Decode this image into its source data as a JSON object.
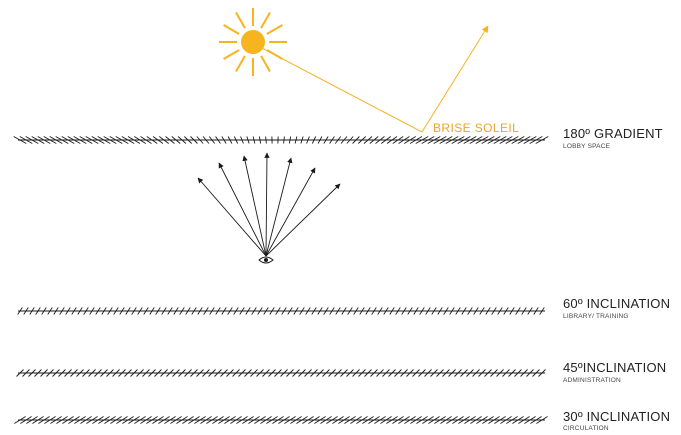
{
  "colors": {
    "sun": "#F6B41E",
    "sun_ray": "#F6B41E",
    "ink": "#1a1a1a",
    "label": "#E8A628"
  },
  "annotation": {
    "sun_label": "BRISE SOLEIL"
  },
  "icons": {
    "sun": "sun-icon",
    "eye": "eye-icon"
  },
  "levels": [
    {
      "title": "180º GRADIENT",
      "subtitle": "LOBBY SPACE",
      "angle_deg": 180
    },
    {
      "title": "60º INCLINATION",
      "subtitle": "LIBRARY/ TRAINING",
      "angle_deg": 60
    },
    {
      "title": "45ºINCLINATION",
      "subtitle": "ADMINISTRATION",
      "angle_deg": 45
    },
    {
      "title": "30º INCLINATION",
      "subtitle": "CIRCULATION",
      "angle_deg": 30
    }
  ]
}
